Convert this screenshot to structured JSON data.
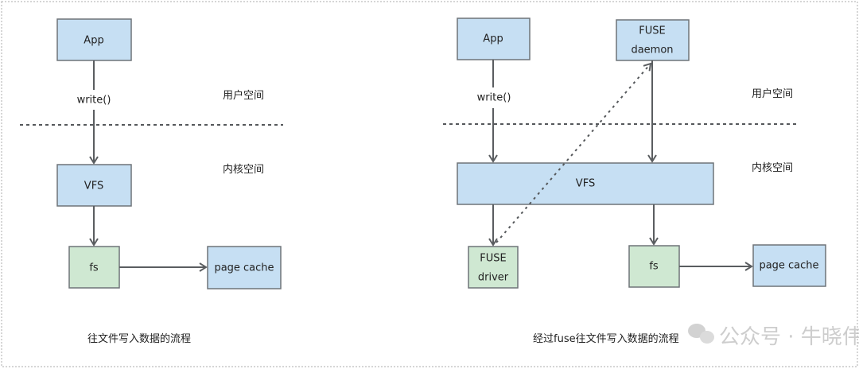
{
  "left": {
    "app": "App",
    "write_label": "write()",
    "user_space": "用户空间",
    "kernel_space": "内核空间",
    "vfs": "VFS",
    "fs": "fs",
    "page_cache": "page cache",
    "caption": "往文件写入数据的流程"
  },
  "right": {
    "app": "App",
    "fuse_daemon": [
      "FUSE",
      "daemon"
    ],
    "write_label": "write()",
    "user_space": "用户空间",
    "kernel_space": "内核空间",
    "vfs": "VFS",
    "fuse_driver": [
      "FUSE",
      "driver"
    ],
    "fs": "fs",
    "page_cache": "page cache",
    "caption": "经过fuse往文件写入数据的流程"
  },
  "watermark": "公众号 · 牛晓伟",
  "colors": {
    "user_box": "#c6dff3",
    "fs_box": "#cfe8d2",
    "border": "#6f7478"
  }
}
